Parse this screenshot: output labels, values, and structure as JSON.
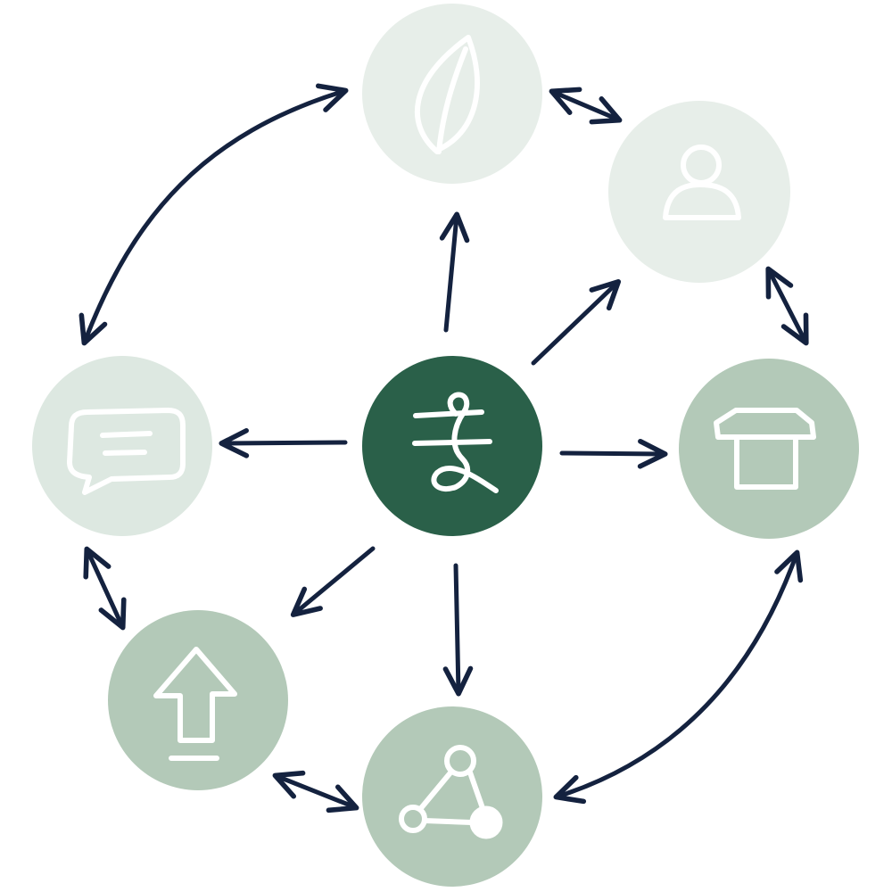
{
  "diagram": {
    "colors": {
      "background": "#ffffff",
      "arrow": "#14223f",
      "icon_stroke": "#ffffff",
      "hub_fill": "#2a6049",
      "pale_fill": "#e7eee9",
      "light_fill": "#dde8e1",
      "medium_fill": "#b3c9b8",
      "satellite_medium_fill": "#b9cdbe"
    },
    "hub": {
      "icon": "script-glyph-icon",
      "tone": "hub"
    },
    "satellites": [
      {
        "id": "top",
        "icon": "leaf-icon",
        "tone": "pale"
      },
      {
        "id": "top-right",
        "icon": "user-icon",
        "tone": "pale"
      },
      {
        "id": "right",
        "icon": "storefront-icon",
        "tone": "medium"
      },
      {
        "id": "bottom",
        "icon": "network-triangle-icon",
        "tone": "medium"
      },
      {
        "id": "bottom-left",
        "icon": "upload-arrow-icon",
        "tone": "medium"
      },
      {
        "id": "left",
        "icon": "chat-bubble-icon",
        "tone": "light"
      }
    ],
    "hub_links": [
      {
        "from": "hub",
        "to": "top",
        "direction": "outward"
      },
      {
        "from": "hub",
        "to": "top-right",
        "direction": "outward"
      },
      {
        "from": "hub",
        "to": "right",
        "direction": "outward"
      },
      {
        "from": "hub",
        "to": "bottom",
        "direction": "outward"
      },
      {
        "from": "hub",
        "to": "bottom-left",
        "direction": "outward"
      },
      {
        "from": "hub",
        "to": "left",
        "direction": "outward"
      }
    ],
    "ring_links": [
      {
        "from": "top",
        "to": "top-right",
        "direction": "bidirectional"
      },
      {
        "from": "top-right",
        "to": "right",
        "direction": "bidirectional"
      },
      {
        "from": "right",
        "to": "bottom",
        "direction": "bidirectional"
      },
      {
        "from": "bottom",
        "to": "bottom-left",
        "direction": "bidirectional"
      },
      {
        "from": "bottom-left",
        "to": "left",
        "direction": "bidirectional"
      },
      {
        "from": "left",
        "to": "top",
        "direction": "bidirectional"
      }
    ]
  }
}
